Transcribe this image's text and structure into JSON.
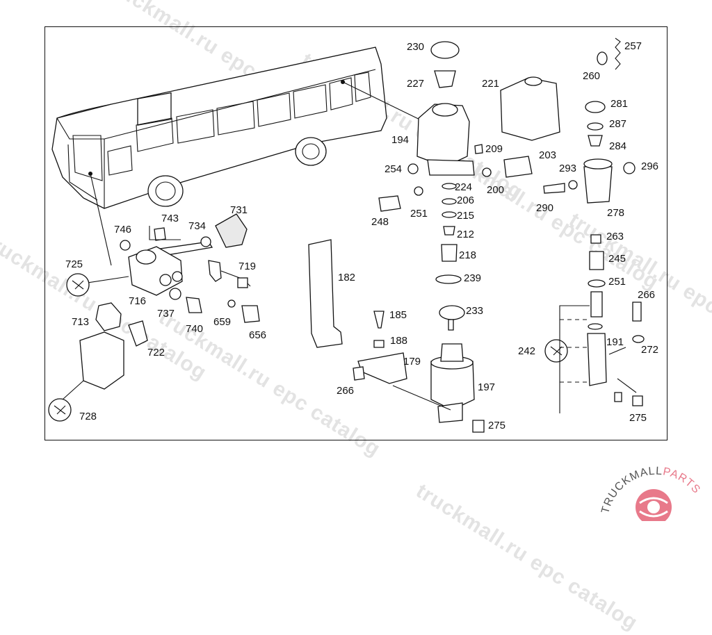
{
  "watermarks": [
    {
      "id": "wm1",
      "text": "truckmall.ru epc catalog"
    },
    {
      "id": "wm2",
      "text": "truckmall.ru epc catalog"
    },
    {
      "id": "wm3",
      "text": "truckmall.ru epc catalog"
    },
    {
      "id": "wm4",
      "text": "truckmall.ru epc catalog"
    },
    {
      "id": "wm5",
      "text": "truckmall.ru epc catalog"
    },
    {
      "id": "wm6",
      "text": "truckmall.ru epc"
    },
    {
      "id": "wm7",
      "text": "truckmall.ru epc catalog"
    }
  ],
  "callouts": {
    "c230": "230",
    "c227": "227",
    "c221": "221",
    "c194": "194",
    "c209": "209",
    "c203": "203",
    "c254": "254",
    "c224": "224",
    "c200": "200",
    "c206": "206",
    "c251a": "251",
    "c248": "248",
    "c215": "215",
    "c212": "212",
    "c218": "218",
    "c239": "239",
    "c257": "257",
    "c260": "260",
    "c281": "281",
    "c287": "287",
    "c284": "284",
    "c293": "293",
    "c296": "296",
    "c290": "290",
    "c278": "278",
    "c263": "263",
    "c245": "245",
    "c251b": "251",
    "c266a": "266",
    "c731": "731",
    "c743": "743",
    "c734": "734",
    "c746": "746",
    "c719": "719",
    "c725": "725",
    "c716": "716",
    "c737": "737",
    "c740": "740",
    "c659": "659",
    "c656": "656",
    "c713": "713",
    "c722": "722",
    "c728": "728",
    "c182": "182",
    "c185": "185",
    "c188": "188",
    "c179": "179",
    "c266b": "266",
    "c233": "233",
    "c197": "197",
    "c275a": "275",
    "c242": "242",
    "c191": "191",
    "c272": "272",
    "c275b": "275"
  },
  "logo": {
    "word_dark": "TRUCKMALL",
    "word_accent": "PARTS",
    "accent": "#e8798a",
    "dark": "#555555"
  }
}
